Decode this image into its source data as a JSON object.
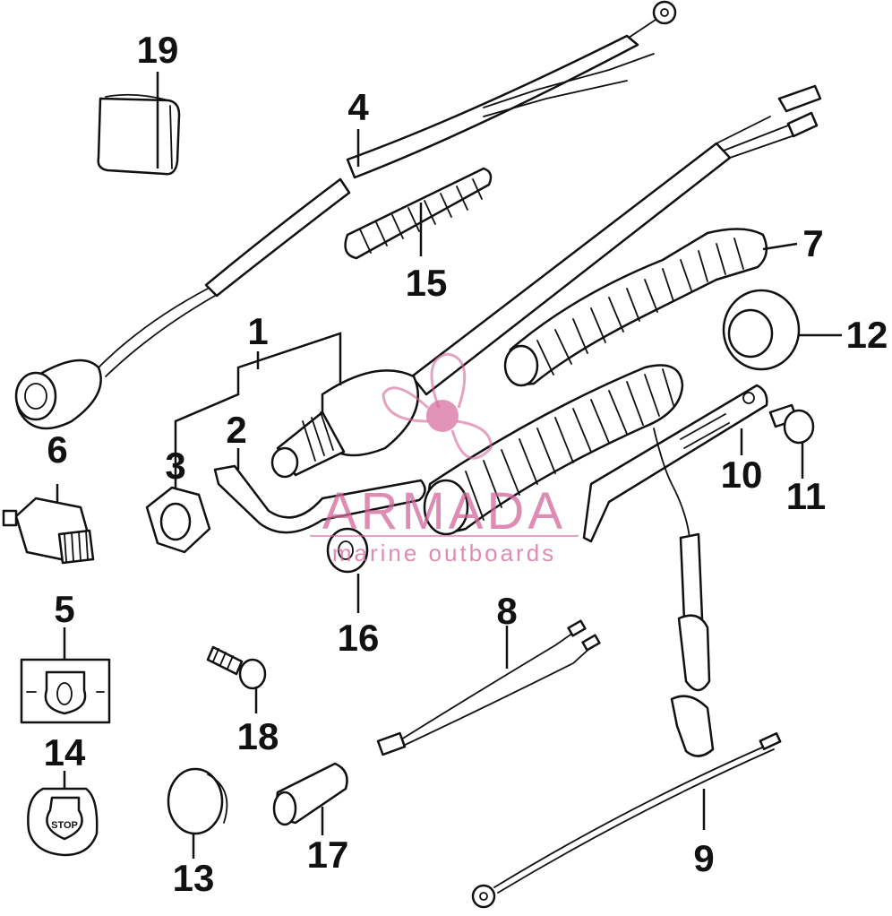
{
  "callouts": {
    "c1": "1",
    "c2": "2",
    "c3": "3",
    "c4": "4",
    "c5": "5",
    "c6": "6",
    "c7": "7",
    "c8": "8",
    "c9": "9",
    "c10": "10",
    "c11": "11",
    "c12": "12",
    "c13": "13",
    "c14": "14",
    "c15": "15",
    "c16": "16",
    "c17": "17",
    "c18": "18",
    "c19": "19"
  },
  "plate_text": {
    "stop": "STOP"
  },
  "watermark": {
    "brand": "ARMADA",
    "tagline": "marine outboards",
    "color": "#d4669a"
  }
}
